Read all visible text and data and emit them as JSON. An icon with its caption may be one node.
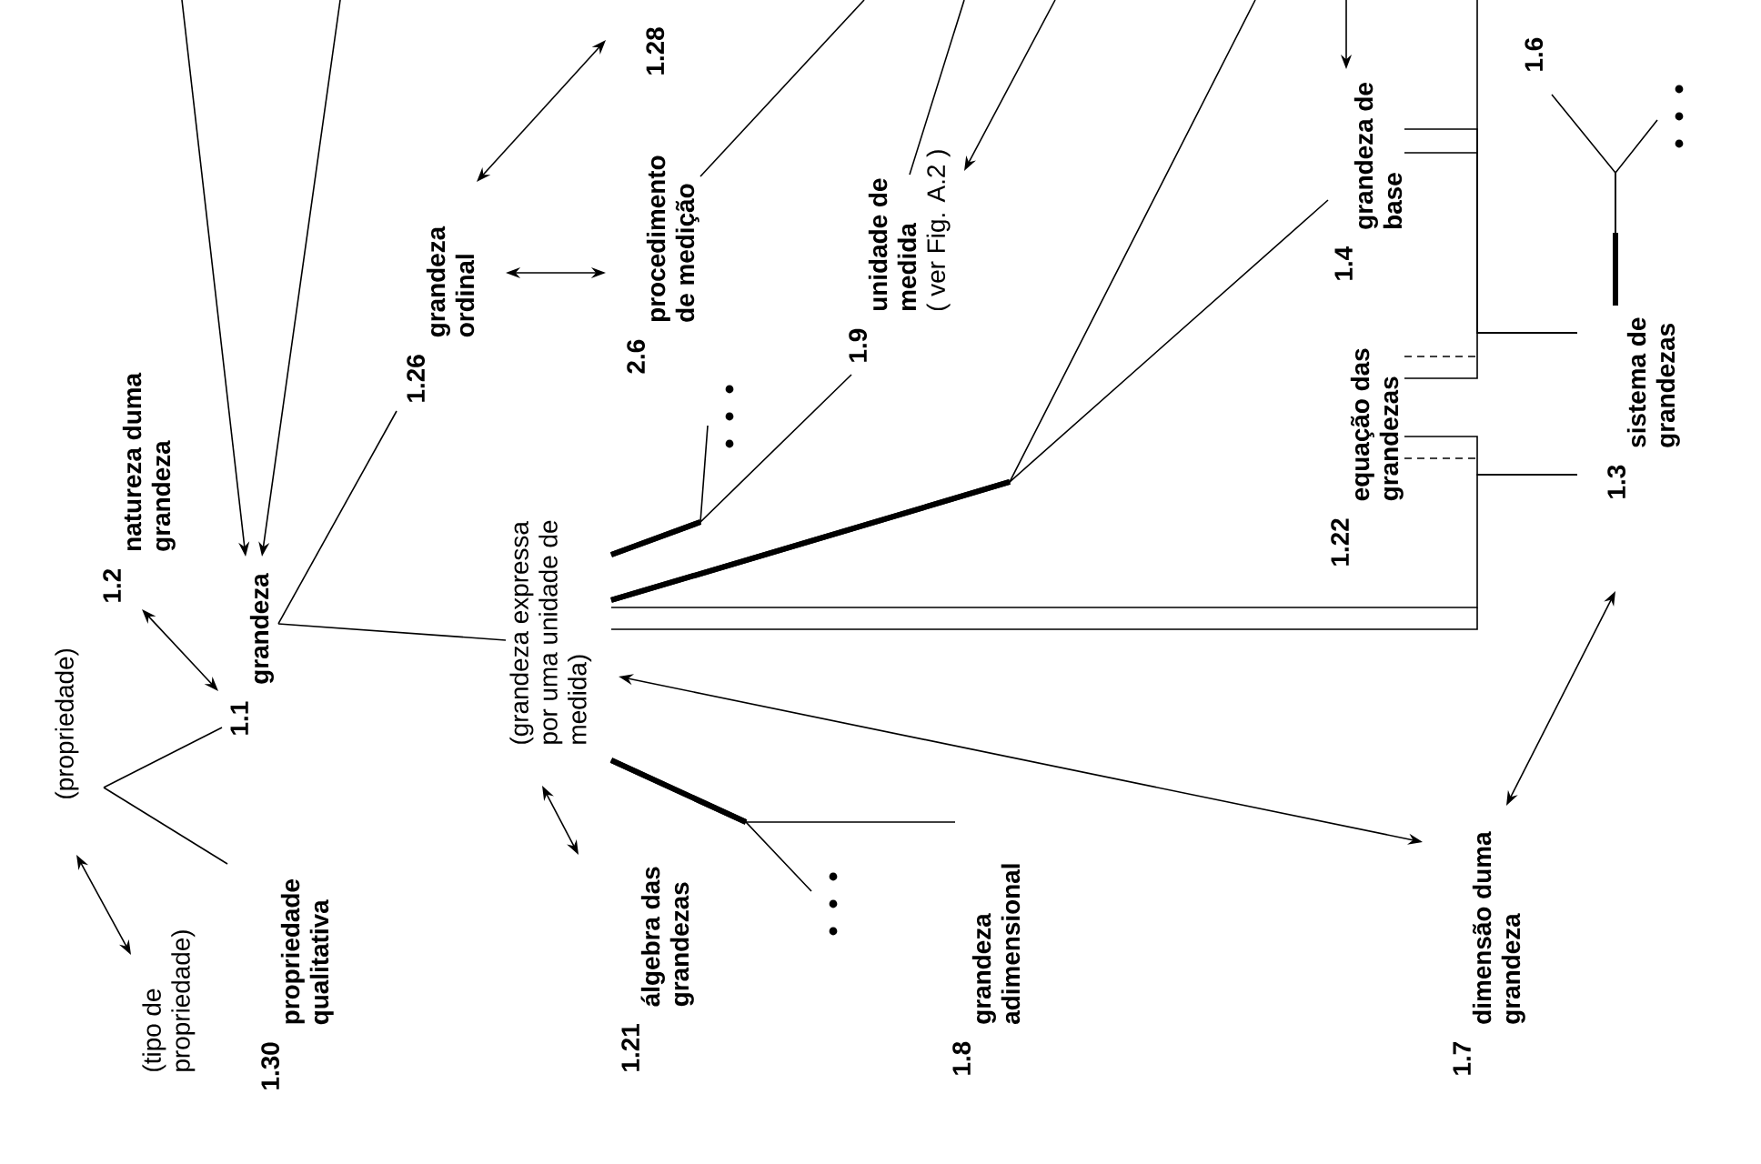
{
  "diagram": {
    "nodes": [
      {
        "text": [
          "(propriedade)"
        ]
      },
      {
        "text": [
          "(tipo de propriedade)"
        ]
      },
      {
        "text": [
          "1.30",
          "propriedade qualitativa"
        ]
      },
      {
        "text": [
          "1.2",
          "natureza duma grandeza"
        ]
      },
      {
        "text": [
          "1.1",
          "grandeza"
        ]
      },
      {
        "text": [
          "1.26",
          "grandeza ordinal"
        ]
      },
      {
        "text": [
          "(grandeza expressa por uma unidade de medida)"
        ]
      },
      {
        "text": [
          "1.21",
          "álgebra das grandezas"
        ]
      },
      {
        "text": [
          "1.8",
          "grandeza adimensional"
        ]
      },
      {
        "text": [
          "2.6",
          "procedimento de medição"
        ]
      },
      {
        "text": [
          "1.28"
        ]
      },
      {
        "text": [
          "1.9",
          "unidade de medida",
          "( ver Fig. A.2 )"
        ]
      },
      {
        "text": [
          "1.4",
          "grandeza de base"
        ]
      },
      {
        "text": [
          "1.22",
          "equação das grandezas"
        ]
      },
      {
        "text": [
          "1.3",
          "sistema de grandezas"
        ]
      },
      {
        "text": [
          "1.6"
        ]
      },
      {
        "text": [
          "1.7",
          "dimensão duma grandeza"
        ]
      },
      {
        "text": [],
        "shape": "dots"
      },
      {
        "text": [],
        "shape": "dots"
      },
      {
        "text": [],
        "shape": "dots"
      }
    ],
    "edges": [
      {
        "from": null,
        "to": 4,
        "arrow": "to"
      },
      {
        "from": null,
        "to": 4,
        "arrow": "to"
      },
      {
        "from": 3,
        "to": 4,
        "arrow": "both"
      },
      {
        "from": 0,
        "to": 1,
        "arrow": "both"
      },
      {
        "from": 0,
        "to": 4,
        "arrow": "none"
      },
      {
        "from": 0,
        "to": 2,
        "arrow": "none"
      },
      {
        "from": 4,
        "to": 5,
        "arrow": "none"
      },
      {
        "from": 4,
        "to": 6,
        "arrow": "none"
      },
      {
        "from": 5,
        "to": 10,
        "arrow": "both"
      },
      {
        "from": 5,
        "to": 9,
        "arrow": "both"
      },
      {
        "from": 9,
        "to": null,
        "arrow": "none"
      },
      {
        "from": 11,
        "to": null,
        "arrow": "none"
      },
      {
        "from": null,
        "to": 11,
        "arrow": "to"
      },
      {
        "from": null,
        "to": 12,
        "arrow": "to"
      },
      {
        "from": 6,
        "to": 11,
        "arrow": "none"
      },
      {
        "from": 6,
        "to": 12,
        "arrow": "none"
      },
      {
        "from": 6,
        "to": null,
        "arrow": "none"
      },
      {
        "from": 6,
        "to": 7,
        "arrow": "both"
      },
      {
        "from": 6,
        "to": 8,
        "arrow": "none"
      },
      {
        "from": 6,
        "to": 16,
        "arrow": "both"
      },
      {
        "from": 16,
        "to": 14,
        "arrow": "both"
      },
      {
        "from": 12,
        "to": 14,
        "arrow": "none"
      },
      {
        "from": 13,
        "to": 14,
        "arrow": "none"
      },
      {
        "from": 13,
        "to": 14,
        "arrow": "none"
      },
      {
        "from": 6,
        "to": 14,
        "arrow": "none"
      },
      {
        "from": null,
        "to": 14,
        "arrow": "none"
      },
      {
        "from": 14,
        "to": 15,
        "arrow": "none"
      },
      {
        "from": 6,
        "to": 17,
        "arrow": "none"
      },
      {
        "from": 6,
        "to": 18,
        "arrow": "none"
      },
      {
        "from": 14,
        "to": 19,
        "arrow": "none"
      },
      {
        "from": 12,
        "to": 14,
        "arrow": "none"
      }
    ]
  }
}
